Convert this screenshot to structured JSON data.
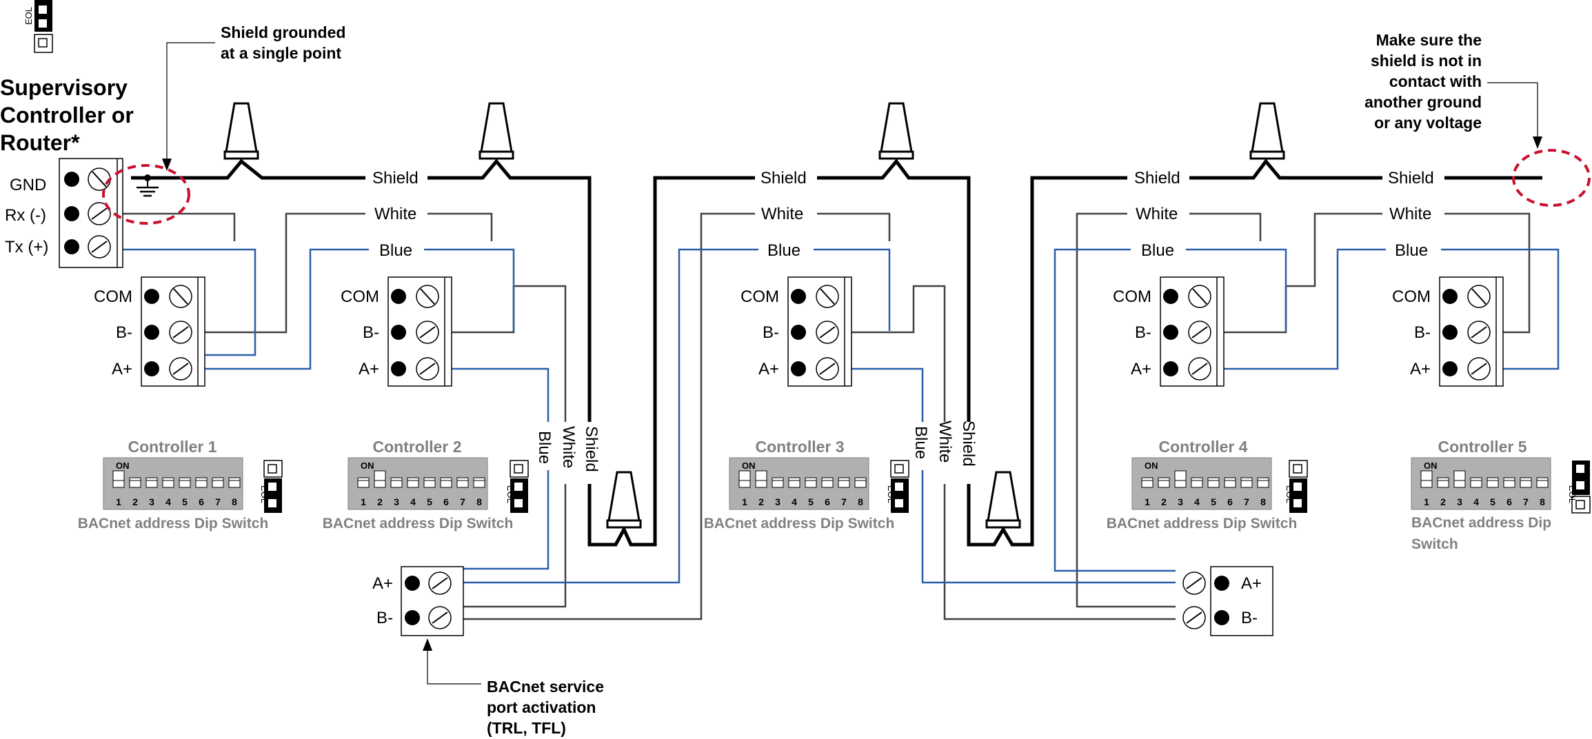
{
  "supervisor": {
    "title_lines": [
      "Supervisory",
      "Controller or",
      "Router*"
    ],
    "terminals": [
      "GND",
      "Rx (-)",
      "Tx (+)"
    ]
  },
  "notes": {
    "shield_grounded": [
      "Shield grounded",
      "at a single point"
    ],
    "shield_contact": [
      "Make sure the",
      "shield is not in",
      "contact with",
      "another ground",
      "or any voltage"
    ],
    "service_port": [
      "BACnet service",
      "port activation",
      "(TRL, TFL)"
    ]
  },
  "wire_labels": {
    "shield": "Shield",
    "white": "White",
    "blue": "Blue"
  },
  "controller_terminals": [
    "COM",
    "B-",
    "A+"
  ],
  "service_terminals": [
    "A+",
    "B-"
  ],
  "controllers": [
    {
      "name": "Controller 1",
      "dip_label": "BACnet address Dip Switch",
      "dip_on_positions": [
        1
      ]
    },
    {
      "name": "Controller 2",
      "dip_label": "BACnet address Dip Switch",
      "dip_on_positions": [
        2
      ]
    },
    {
      "name": "Controller 3",
      "dip_label": "BACnet address Dip Switch",
      "dip_on_positions": [
        1,
        2
      ]
    },
    {
      "name": "Controller 4",
      "dip_label": "BACnet address Dip Switch",
      "dip_on_positions": [
        3
      ]
    },
    {
      "name": "Controller 5",
      "dip_label_lines": [
        "BACnet address Dip",
        "Switch"
      ],
      "dip_on_positions": [
        1,
        3
      ]
    }
  ],
  "dip": {
    "on_label": "ON",
    "numbers": [
      "1",
      "2",
      "3",
      "4",
      "5",
      "6",
      "7",
      "8"
    ]
  },
  "eol_label": "EOL",
  "colors": {
    "shield": "#000000",
    "white_wire": "#404040",
    "blue_wire": "#2a5ea8",
    "highlight": "#c8102e",
    "controller_text": "#808080",
    "dip_body": "#b0b0b0"
  }
}
